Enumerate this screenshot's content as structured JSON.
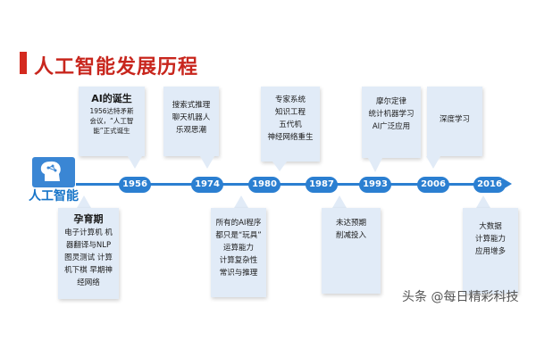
{
  "title": "人工智能发展历程",
  "brand": "人工智能",
  "watermark": "头条 @每日精彩科技",
  "colors": {
    "accent": "#2b7fd1",
    "title": "#c8261d",
    "card": "#e1ebf7"
  },
  "years": [
    "1956",
    "1974",
    "1980",
    "1987",
    "1993",
    "2006",
    "2016"
  ],
  "top_cards": [
    {
      "title": "AI的诞生",
      "lines": [
        "1956达特矛斯",
        "会议，“人工智",
        "能”正式诞生"
      ]
    },
    {
      "lines": [
        "搜索式推理",
        "聊天机器人",
        "乐观思潮"
      ]
    },
    {
      "lines": [
        "专家系统",
        "知识工程",
        "五代机",
        "神经网络重生"
      ]
    },
    {
      "lines": [
        "摩尔定律",
        "统计机器学习",
        "AI广泛应用"
      ]
    },
    {
      "lines": [
        "深度学习"
      ]
    }
  ],
  "bottom_cards": [
    {
      "title": "孕育期",
      "lines": [
        "电子计算机 机",
        "器翻译与NLP",
        "图灵测试 计算",
        "机下棋 早期神",
        "经网络"
      ]
    },
    {
      "lines": [
        "所有的AI程序",
        "都只是“玩具”",
        "运算能力",
        "计算复杂性",
        "常识与推理"
      ]
    },
    {
      "lines": [
        "未达预期",
        "削减投入"
      ]
    },
    {
      "lines": [
        "大数据",
        "计算能力",
        "应用增多"
      ]
    }
  ]
}
